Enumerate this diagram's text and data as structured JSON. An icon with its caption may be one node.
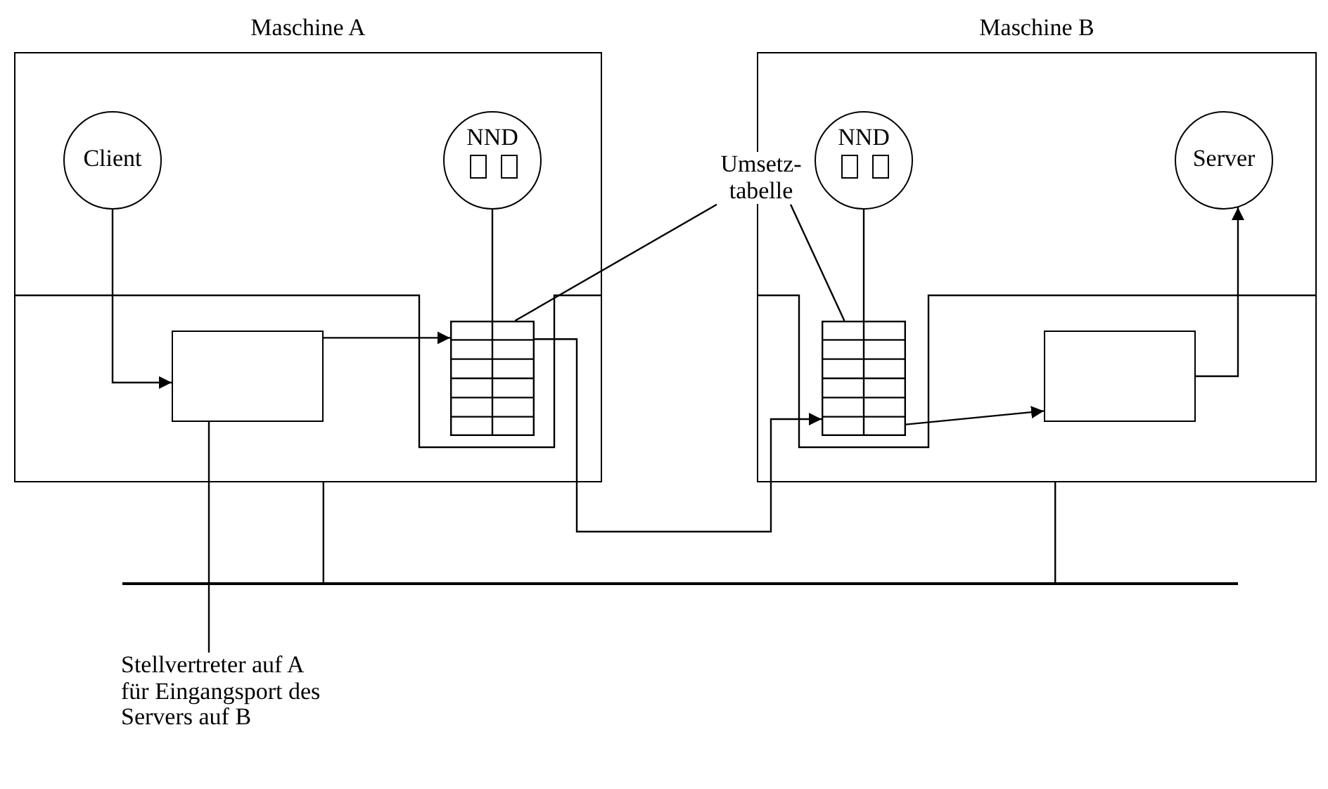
{
  "diagram": {
    "nodes": [
      {
        "text": [
          "Maschine A"
        ]
      },
      {
        "text": [
          "Client"
        ],
        "in": 0
      },
      {
        "text": [
          "NND"
        ],
        "in": 0
      },
      {
        "text": [],
        "shape": "box",
        "in": 0
      },
      {
        "text": [],
        "shape": "table",
        "in": 0
      },
      {
        "text": [
          "Maschine B"
        ]
      },
      {
        "text": [
          "NND"
        ],
        "in": 5
      },
      {
        "text": [
          "Server"
        ],
        "in": 5
      },
      {
        "text": [],
        "shape": "table",
        "in": 5
      },
      {
        "text": [],
        "shape": "box",
        "in": 5
      },
      {
        "text": [],
        "shape": "bar"
      },
      {
        "text": [
          "Umsetz- tabelle"
        ]
      },
      {
        "text": [
          "Stellvertreter auf A für Eingangsport des Servers auf B"
        ]
      }
    ],
    "edges": [
      {
        "from": 1,
        "to": 3,
        "arrow": "to"
      },
      {
        "from": 3,
        "to": 4,
        "arrow": "to"
      },
      {
        "from": 2,
        "to": 4,
        "arrow": "none"
      },
      {
        "from": 4,
        "to": 8,
        "arrow": "to"
      },
      {
        "from": 8,
        "to": 9,
        "arrow": "to"
      },
      {
        "from": 9,
        "to": 7,
        "arrow": "to"
      },
      {
        "from": 6,
        "to": 8,
        "arrow": "none"
      },
      {
        "from": 11,
        "to": 4,
        "arrow": "none"
      },
      {
        "from": 11,
        "to": 8,
        "arrow": "none"
      },
      {
        "from": 12,
        "to": 3,
        "arrow": "none"
      },
      {
        "from": 0,
        "to": 10,
        "arrow": "none"
      },
      {
        "from": 5,
        "to": 10,
        "arrow": "none"
      }
    ]
  }
}
